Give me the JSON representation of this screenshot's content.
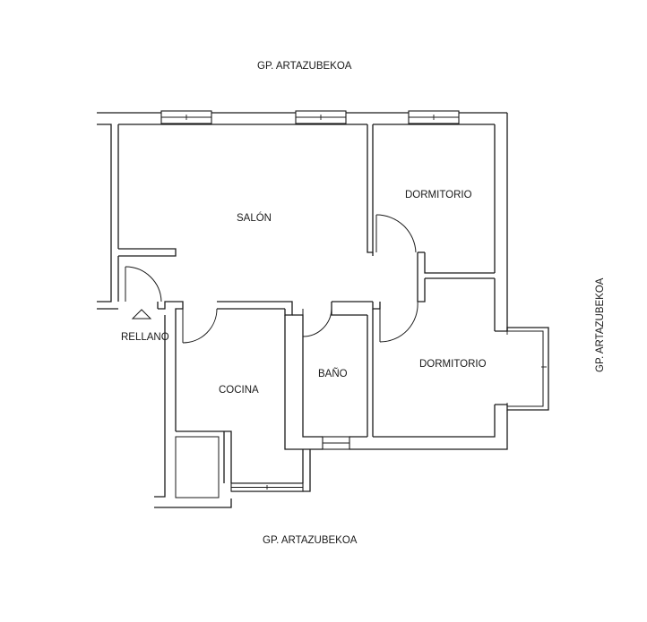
{
  "street_labels": {
    "top": "GP. ARTAZUBEKOA",
    "right": "GP. ARTAZUBEKOA",
    "bottom": "GP. ARTAZUBEKOA"
  },
  "rooms": {
    "salon": "SALÓN",
    "dormitorio_1": "DORMITORIO",
    "dormitorio_2": "DORMITORIO",
    "cocina": "COCINA",
    "bano": "BAÑO",
    "rellano": "RELLANO"
  }
}
